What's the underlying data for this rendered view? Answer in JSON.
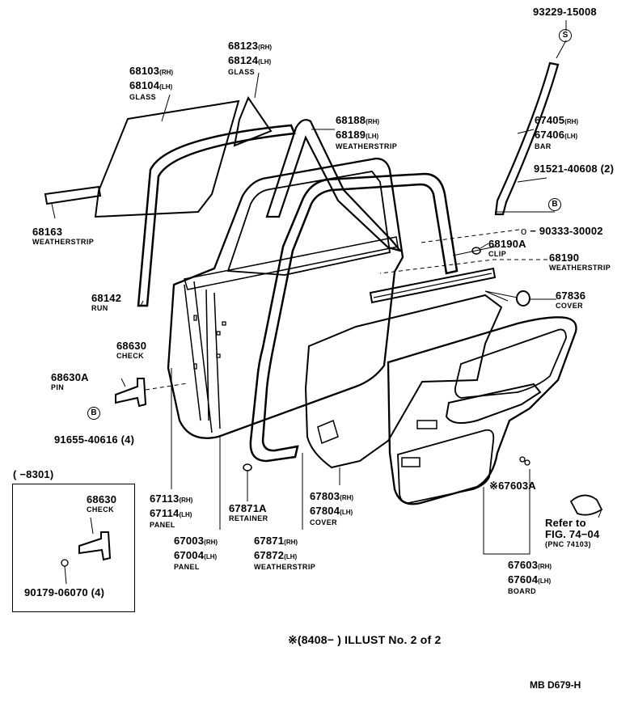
{
  "diagram": {
    "parts": {
      "p93229": {
        "number": "93229-15008"
      },
      "p68123": {
        "rh": "68123",
        "lh": "68124",
        "rh_suffix": "(RH)",
        "lh_suffix": "(LH)",
        "name": "GLASS"
      },
      "p68103": {
        "rh": "68103",
        "lh": "68104",
        "rh_suffix": "(RH)",
        "lh_suffix": "(LH)",
        "name": "GLASS"
      },
      "p68188": {
        "rh": "68188",
        "lh": "68189",
        "rh_suffix": "(RH)",
        "lh_suffix": "(LH)",
        "name": "WEATHERSTRIP"
      },
      "p67405": {
        "rh": "67405",
        "lh": "67406",
        "rh_suffix": "(RH)",
        "lh_suffix": "(LH)",
        "name": "BAR"
      },
      "p91521": {
        "number": "91521-40608 (2)"
      },
      "p68163": {
        "number": "68163",
        "name": "WEATHERSTRIP"
      },
      "p90333": {
        "number": "90333-30002"
      },
      "p68190A": {
        "number": "68190A",
        "name": "CLIP"
      },
      "p68190": {
        "number": "68190",
        "name": "WEATHERSTRIP"
      },
      "p68142": {
        "number": "68142",
        "name": "RUN"
      },
      "p67836": {
        "number": "67836",
        "name": "COVER"
      },
      "p68630": {
        "number": "68630",
        "name": "CHECK"
      },
      "p68630A": {
        "number": "68630A",
        "name": "PIN"
      },
      "p91655": {
        "number": "91655-40616 (4)"
      },
      "p67603A": {
        "mark": "※",
        "number": "67603A"
      },
      "p67113": {
        "rh": "67113",
        "lh": "67114",
        "rh_suffix": "(RH)",
        "lh_suffix": "(LH)",
        "name": "PANEL"
      },
      "p67871A": {
        "number": "67871A",
        "name": "RETAINER"
      },
      "p67803": {
        "rh": "67803",
        "lh": "67804",
        "rh_suffix": "(RH)",
        "lh_suffix": "(LH)",
        "name": "COVER"
      },
      "p67003": {
        "rh": "67003",
        "lh": "67004",
        "rh_suffix": "(RH)",
        "lh_suffix": "(LH)",
        "name": "PANEL"
      },
      "p67871": {
        "rh": "67871",
        "lh": "67872",
        "rh_suffix": "(RH)",
        "lh_suffix": "(LH)",
        "name": "WEATHERSTRIP"
      },
      "p67603": {
        "rh": "67603",
        "lh": "67604",
        "rh_suffix": "(RH)",
        "lh_suffix": "(LH)",
        "name": "BOARD"
      }
    },
    "refer": {
      "line1": "Refer to",
      "line2": "FIG. 74−04",
      "pnc": "(PNC 74103)"
    },
    "inset": {
      "range": "(     −8301)",
      "check_number": "68630",
      "check_name": "CHECK",
      "bolt": "90179-06070 (4)"
    },
    "circle_marks": {
      "s": "S",
      "b": "B"
    },
    "footer": {
      "illust": "※(8408−        ) ILLUST No. 2 of 2",
      "code": "MB  D679-H"
    }
  }
}
